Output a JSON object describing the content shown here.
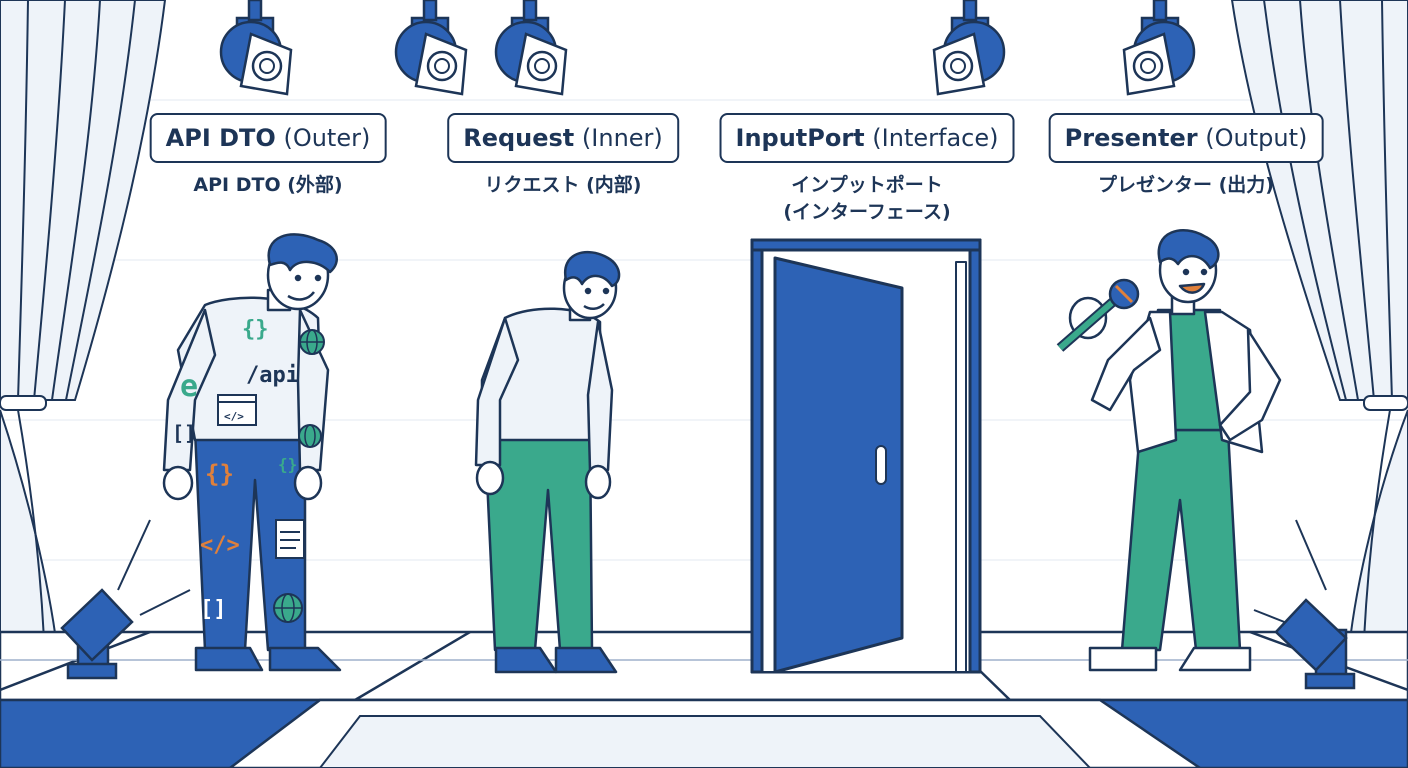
{
  "colors": {
    "outline": "#1d3557",
    "primary_blue": "#2d62b5",
    "accent_green": "#3aa98c",
    "light_fill": "#eef3f9",
    "stage_floor": "#ffffff"
  },
  "panels": [
    {
      "id": "api-dto",
      "title_main": "API DTO",
      "title_paren": "(Outer)",
      "subtitle": "API DTO (外部)",
      "figure": "person-wearing-code-clothes",
      "shirt_text": "/api",
      "clothing_symbols": [
        "{}",
        "e",
        "[]",
        "</>",
        "globe-icon",
        "code-window-icon"
      ]
    },
    {
      "id": "request",
      "title_main": "Request",
      "title_paren": "(Inner)",
      "subtitle": "リクエスト (内部)",
      "figure": "plain-person"
    },
    {
      "id": "input-port",
      "title_main": "InputPort",
      "title_paren": "(Interface)",
      "subtitle": "インプットポート\n(インターフェース)",
      "figure": "open-door"
    },
    {
      "id": "presenter",
      "title_main": "Presenter",
      "title_paren": "(Output)",
      "subtitle": "プレゼンター (出力)",
      "figure": "person-with-microphone"
    }
  ],
  "stage": {
    "spotlight_icons": [
      "spotlight-icon",
      "spotlight-icon",
      "spotlight-icon",
      "spotlight-icon",
      "spotlight-icon"
    ],
    "floor_light_icons": [
      "floor-light-icon",
      "floor-light-icon"
    ],
    "curtains": [
      "curtain-left",
      "curtain-right"
    ]
  }
}
